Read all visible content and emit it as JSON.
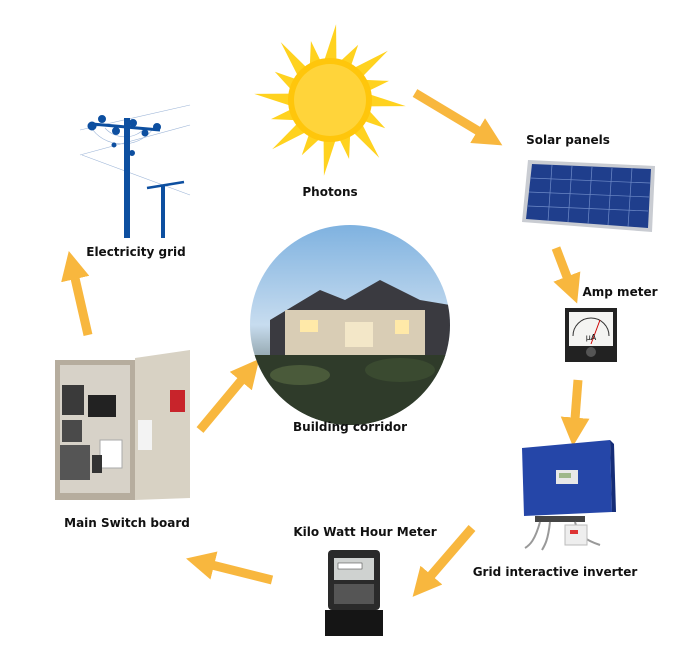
{
  "labels": {
    "photons": "Photons",
    "solar_panels": "Solar panels",
    "amp_meter": "Amp meter",
    "inverter": "Grid interactive inverter",
    "kwh_meter": "Kilo Watt Hour Meter",
    "switch_board": "Main Switch board",
    "grid": "Electricity grid",
    "building": "Building corridor"
  },
  "amp_meter_unit": "μA",
  "colors": {
    "arrow": "#F8B73E",
    "sun": "#FFD21F",
    "pole": "#0D4FA0",
    "panel": "#1F3E8C",
    "inverter": "#2546A8"
  }
}
